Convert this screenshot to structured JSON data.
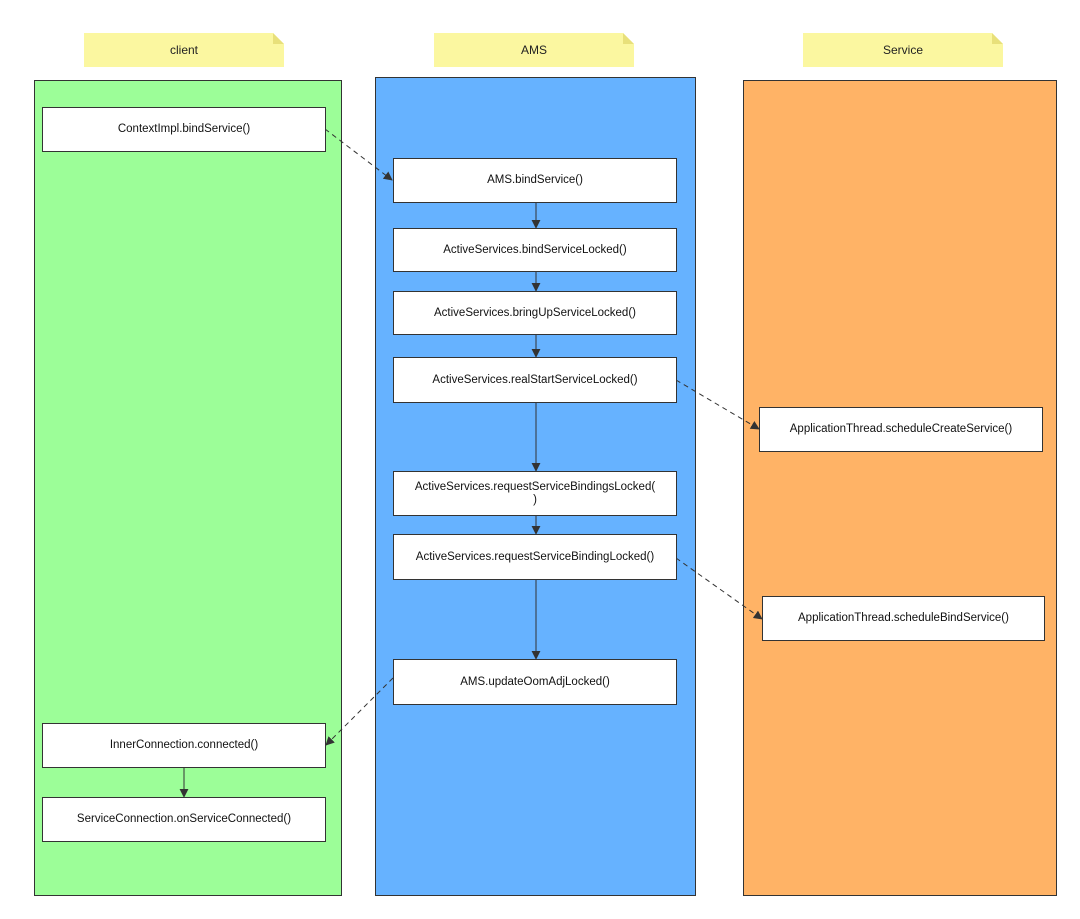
{
  "colors": {
    "note": "#fbf7a0",
    "note_fold": "#e8e07a",
    "client_lane": "#9cfe98",
    "ams_lane": "#66b2ff",
    "service_lane": "#ffb366",
    "line": "#333333"
  },
  "lanes": {
    "client": {
      "title": "client"
    },
    "ams": {
      "title": "AMS"
    },
    "service": {
      "title": "Service"
    }
  },
  "nodes": {
    "context_bind": "ContextImpl.bindService()",
    "ams_bind": "AMS.bindService()",
    "bind_service_locked": "ActiveServices.bindServiceLocked()",
    "bring_up": "ActiveServices.bringUpServiceLocked()",
    "real_start": "ActiveServices.realStartServiceLocked()",
    "request_bindings": "ActiveServices.requestServiceBindingsLocked(\n)",
    "request_binding": "ActiveServices.requestServiceBindingLocked()",
    "update_oom": "AMS.updateOomAdjLocked()",
    "schedule_create": "ApplicationThread.scheduleCreateService()",
    "schedule_bind": "ApplicationThread.scheduleBindService()",
    "inner_connected": "InnerConnection.connected()",
    "on_service_connected": "ServiceConnection.onServiceConnected()"
  },
  "edges": [
    {
      "from": "context_bind",
      "to": "ams_bind",
      "style": "dashed"
    },
    {
      "from": "ams_bind",
      "to": "bind_service_locked",
      "style": "solid"
    },
    {
      "from": "bind_service_locked",
      "to": "bring_up",
      "style": "solid"
    },
    {
      "from": "bring_up",
      "to": "real_start",
      "style": "solid"
    },
    {
      "from": "real_start",
      "to": "schedule_create",
      "style": "dashed"
    },
    {
      "from": "real_start",
      "to": "request_bindings",
      "style": "solid"
    },
    {
      "from": "request_bindings",
      "to": "request_binding",
      "style": "solid"
    },
    {
      "from": "request_binding",
      "to": "schedule_bind",
      "style": "dashed"
    },
    {
      "from": "request_binding",
      "to": "update_oom",
      "style": "solid"
    },
    {
      "from": "update_oom",
      "to": "inner_connected",
      "style": "dashed"
    },
    {
      "from": "inner_connected",
      "to": "on_service_connected",
      "style": "solid"
    }
  ]
}
